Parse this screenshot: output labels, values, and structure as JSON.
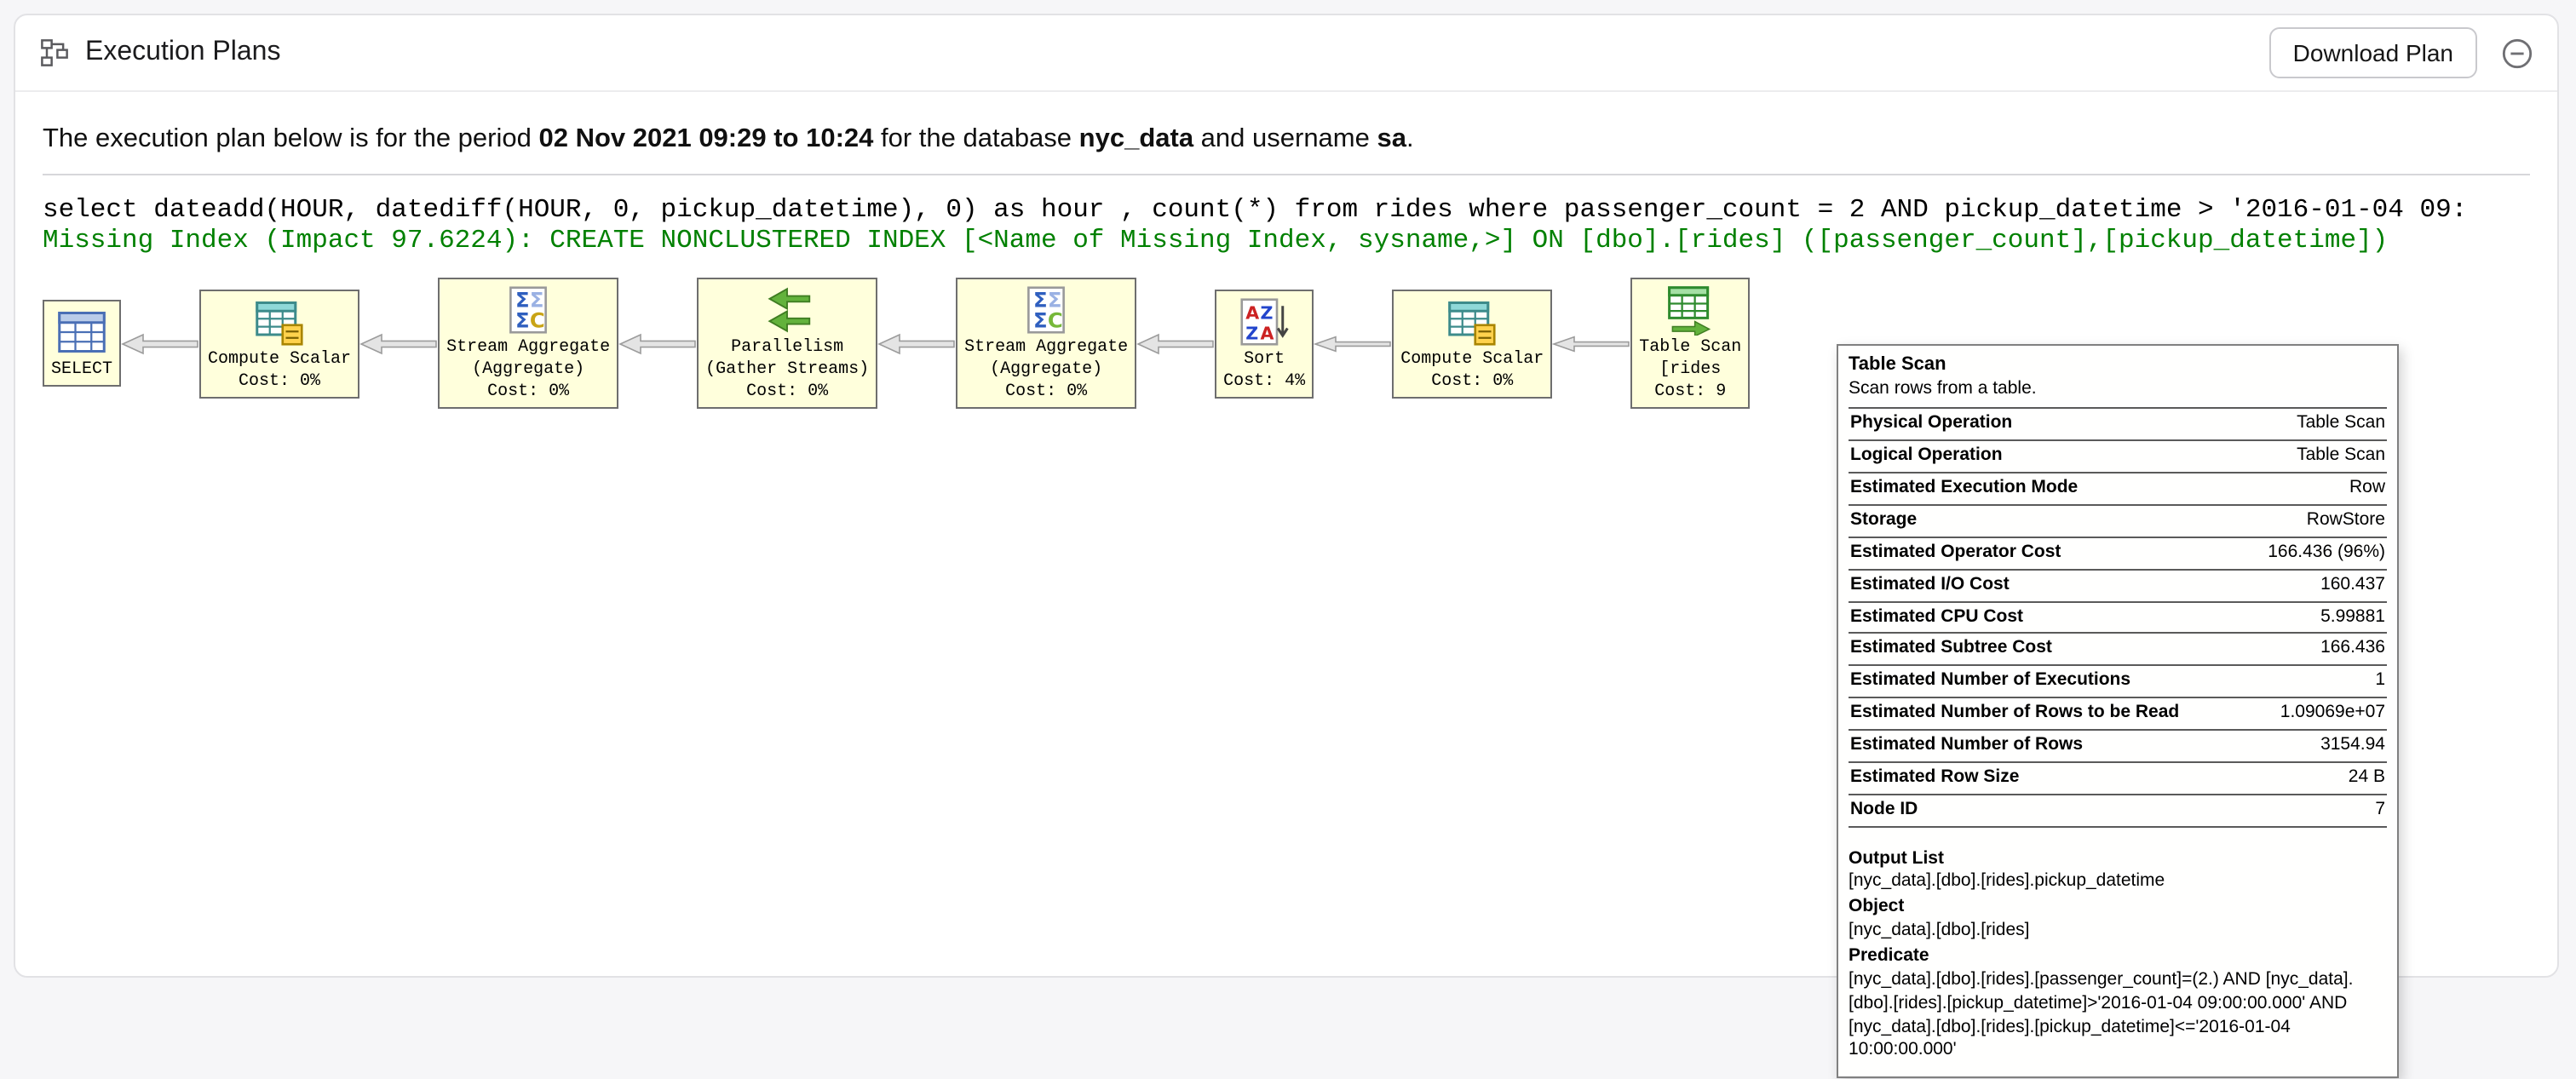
{
  "header": {
    "title": "Execution Plans",
    "download_button": "Download Plan"
  },
  "summary": {
    "prefix": "The execution plan below is for the period ",
    "period": "02 Nov 2021 09:29 to 10:24",
    "mid1": " for the database ",
    "database": "nyc_data",
    "mid2": " and username ",
    "username": "sa",
    "suffix": "."
  },
  "sql": {
    "pre": "select dateadd(HOUR, datediff(HOUR, 0, pickup_datetime), 0) as hour , count(*) from rides where ",
    "underlined": "passenger_count",
    "post": " = 2 AND pickup_datetime > '2016-01-04 09:"
  },
  "missing_index": "Missing Index (Impact 97.6224): CREATE NONCLUSTERED INDEX [<Name of Missing Index, sysname,>] ON [dbo].[rides] ([passenger_count],[pickup_datetime])",
  "plan": {
    "nodes": [
      {
        "id": "select",
        "lines": [
          "SELECT"
        ]
      },
      {
        "id": "compute-scalar-1",
        "lines": [
          "Compute Scalar",
          "Cost: 0%"
        ]
      },
      {
        "id": "stream-aggregate-1",
        "lines": [
          "Stream Aggregate",
          "(Aggregate)",
          "Cost: 0%"
        ]
      },
      {
        "id": "parallelism",
        "lines": [
          "Parallelism",
          "(Gather Streams)",
          "Cost: 0%"
        ]
      },
      {
        "id": "stream-aggregate-2",
        "lines": [
          "Stream Aggregate",
          "(Aggregate)",
          "Cost: 0%"
        ]
      },
      {
        "id": "sort",
        "lines": [
          "Sort",
          "Cost: 4%"
        ]
      },
      {
        "id": "compute-scalar-2",
        "lines": [
          "Compute Scalar",
          "Cost: 0%"
        ]
      },
      {
        "id": "table-scan",
        "lines": [
          "Table Scan",
          "[rides",
          "Cost: 9"
        ]
      }
    ]
  },
  "tooltip": {
    "title": "Table Scan",
    "subtitle": "Scan rows from a table.",
    "rows": [
      {
        "label": "Physical Operation",
        "value": "Table Scan"
      },
      {
        "label": "Logical Operation",
        "value": "Table Scan"
      },
      {
        "label": "Estimated Execution Mode",
        "value": "Row"
      },
      {
        "label": "Storage",
        "value": "RowStore"
      },
      {
        "label": "Estimated Operator Cost",
        "value": "166.436 (96%)"
      },
      {
        "label": "Estimated I/O Cost",
        "value": "160.437"
      },
      {
        "label": "Estimated CPU Cost",
        "value": "5.99881"
      },
      {
        "label": "Estimated Subtree Cost",
        "value": "166.436"
      },
      {
        "label": "Estimated Number of Executions",
        "value": "1"
      },
      {
        "label": "Estimated Number of Rows to be Read",
        "value": "1.09069e+07"
      },
      {
        "label": "Estimated Number of Rows",
        "value": "3154.94"
      },
      {
        "label": "Estimated Row Size",
        "value": "24 B"
      },
      {
        "label": "Node ID",
        "value": "7"
      }
    ],
    "sections": [
      {
        "label": "Output List",
        "value": "[nyc_data].[dbo].[rides].pickup_datetime"
      },
      {
        "label": "Object",
        "value": "[nyc_data].[dbo].[rides]"
      },
      {
        "label": "Predicate",
        "value": "[nyc_data].[dbo].[rides].[passenger_count]=(2.) AND [nyc_data].[dbo].[rides].[pickup_datetime]>'2016-01-04 09:00:00.000' AND [nyc_data].[dbo].[rides].[pickup_datetime]<='2016-01-04 10:00:00.000'"
      }
    ]
  },
  "colors": {
    "missing_index_green": "#008000",
    "node_bg": "#ffffdc",
    "accent_blue": "#4a6fb5"
  }
}
